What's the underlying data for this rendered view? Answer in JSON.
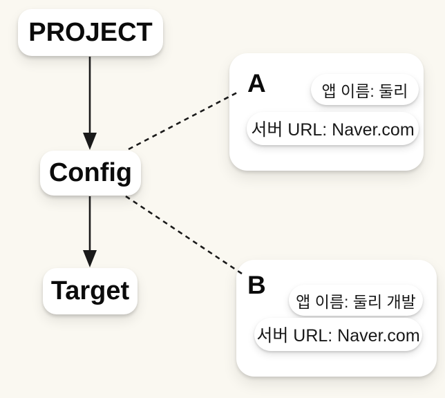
{
  "diagram": {
    "nodes": [
      {
        "id": "project",
        "label": "PROJECT"
      },
      {
        "id": "config",
        "label": "Config"
      },
      {
        "id": "target",
        "label": "Target"
      }
    ],
    "edges": [
      {
        "from": "project",
        "to": "config",
        "style": "solid-arrow"
      },
      {
        "from": "config",
        "to": "target",
        "style": "solid-arrow"
      },
      {
        "from": "config",
        "to": "annotation-a",
        "style": "dashed"
      },
      {
        "from": "config",
        "to": "annotation-b",
        "style": "dashed"
      }
    ],
    "annotations": [
      {
        "id": "a",
        "label": "A",
        "fields": [
          "앱 이름: 둘리",
          "서버 URL: Naver.com"
        ]
      },
      {
        "id": "b",
        "label": "B",
        "fields": [
          "앱 이름: 둘리 개발",
          "서버 URL: Naver.com"
        ]
      }
    ]
  },
  "colors": {
    "background": "#FAF8F1",
    "card": "#FFFFFF",
    "text": "#0B0B0B",
    "line": "#1A1A1A"
  }
}
